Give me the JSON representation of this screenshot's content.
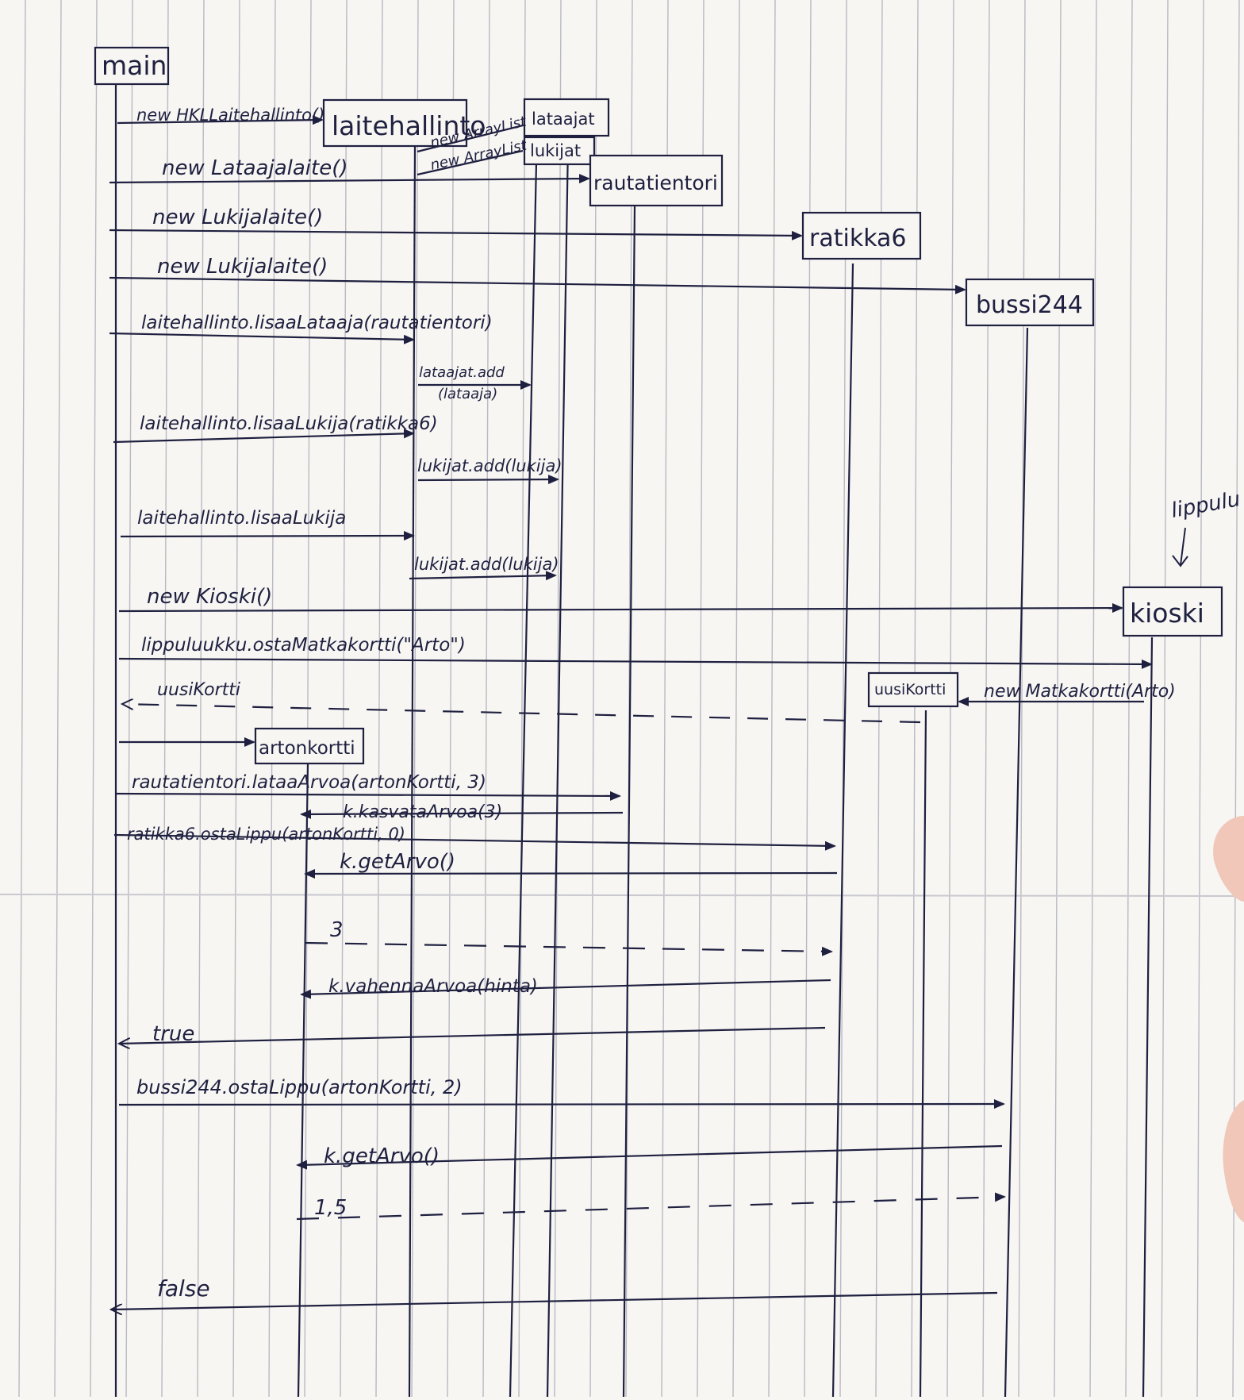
{
  "colors": {
    "paper": "#f7f6f3",
    "rule": "#b9b9c2",
    "ink": "#1f2040",
    "finger": "#f0c7b9"
  },
  "objects": {
    "main": "main",
    "laitehallinto": "laitehallinto",
    "lataajat": "lataajat",
    "lukijat": "lukijat",
    "rautatientori": "rautatientori",
    "ratikka6": "ratikka6",
    "bussi244": "bussi244",
    "kioski": "kioski",
    "uusikortti": "uusiKortti",
    "artonkortti": "artonkortti"
  },
  "note": "lippulu",
  "messages": {
    "m1": "new HKLLaitehallinto()",
    "m2": "new ArrayList",
    "m3": "new ArrayList",
    "m4": "new Lataajalaite()",
    "m5": "new Lukijalaite()",
    "m6": "new Lukijalaite()",
    "m7": "laitehallinto.lisaaLataaja(rautatientori)",
    "m8a": "lataajat.add",
    "m8b": "(lataaja)",
    "m9": "laitehallinto.lisaaLukija(ratikka6)",
    "m10": "lukijat.add(lukija)",
    "m11": "laitehallinto.lisaaLukija",
    "m12": "lukijat.add(lukija)",
    "m13": "new Kioski()",
    "m14": "lippuluukku.ostaMatkakortti(\"Arto\")",
    "m15": "new Matkakortti(Arto)",
    "m16": "uusiKortti",
    "m17": "rautatientori.lataaArvoa(artonKortti, 3)",
    "m18": "k.kasvataArvoa(3)",
    "m19": "ratikka6.ostaLippu(artonKortti, 0)",
    "m20": "k.getArvo()",
    "m21": "3",
    "m22": "k.vahennaArvoa(hinta)",
    "m23": "true",
    "m24": "bussi244.ostaLippu(artonKortti, 2)",
    "m25": "k.getArvo()",
    "m26": "1,5",
    "m27": "false"
  }
}
